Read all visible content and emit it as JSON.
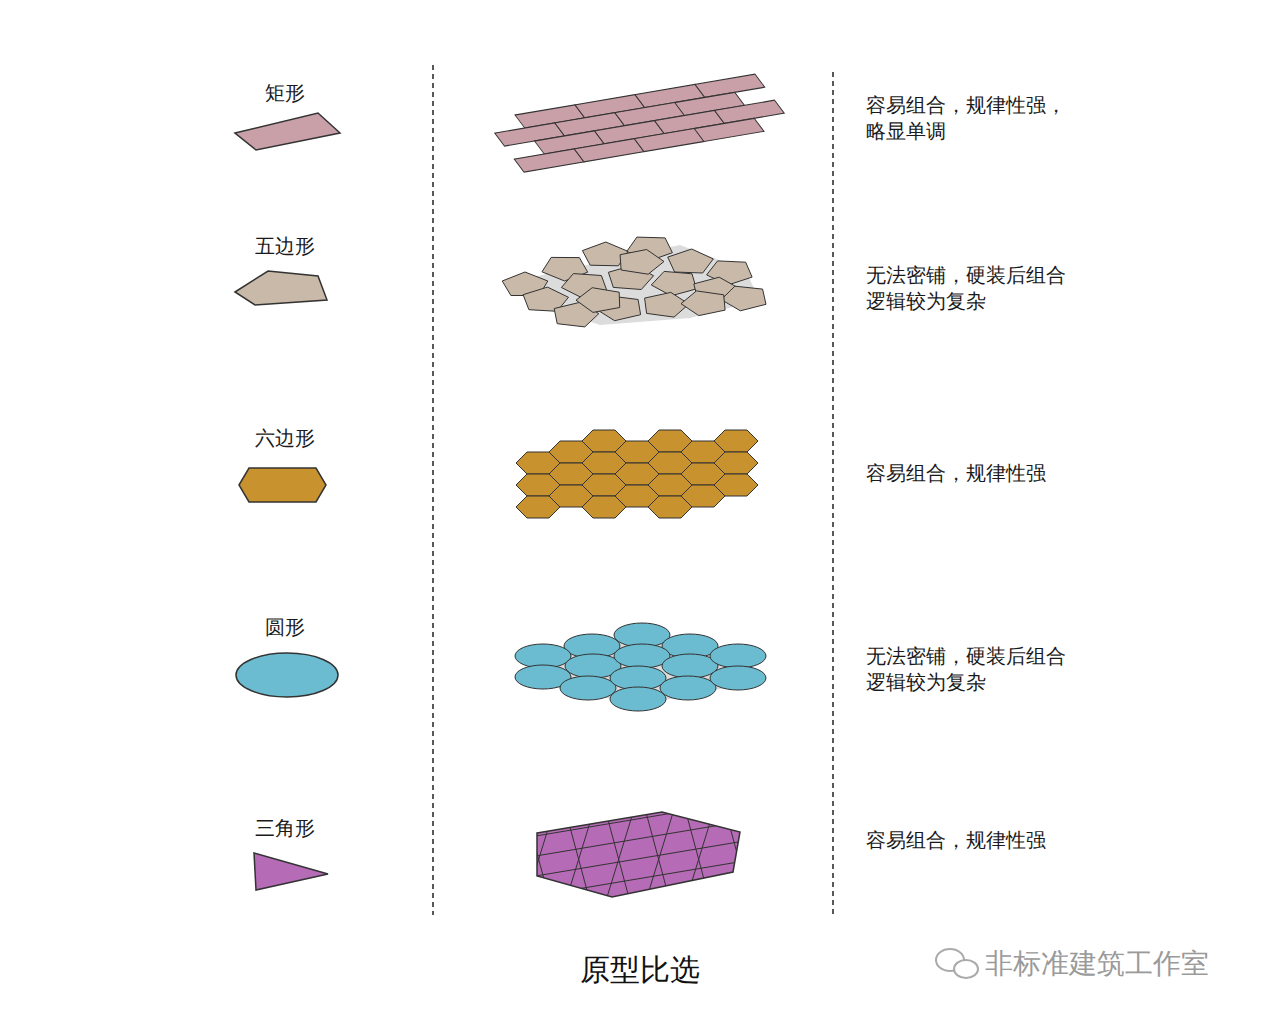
{
  "diagram": {
    "title": "原型比选",
    "labels": [
      "矩形",
      "容易组合，规律性强， 略显单调",
      "五边形",
      "无法密铺，硬装后组合 逻辑较为复杂",
      "六边形",
      "容易组合，规律性强",
      "圆形",
      "无法密铺，硬装后组合 逻辑较为复杂",
      "三角形",
      "容易组合，规律性强",
      "非标准建筑工作室"
    ]
  }
}
